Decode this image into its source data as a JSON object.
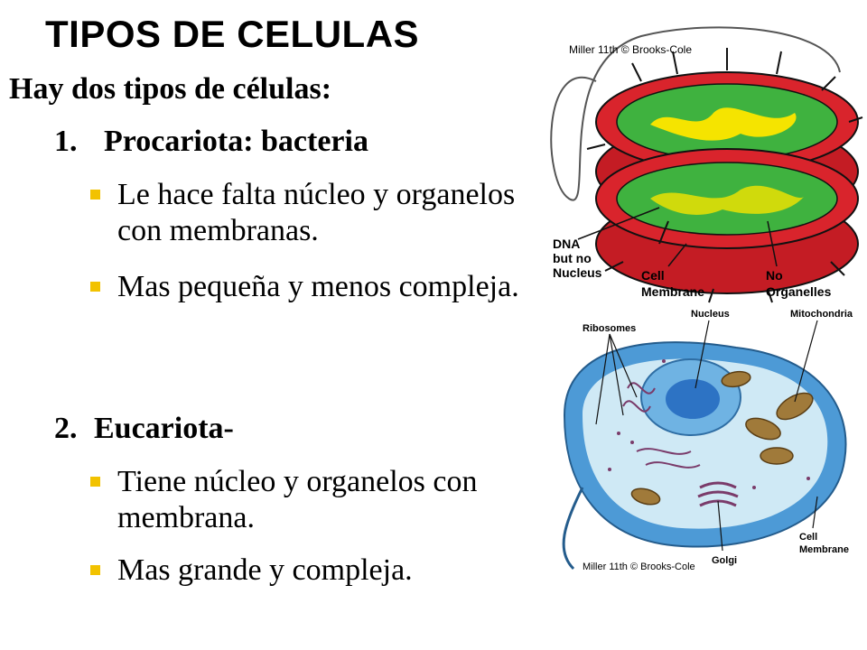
{
  "slide": {
    "title": "TIPOS DE CELULAS",
    "intro": "Hay dos tipos de células:",
    "sections": [
      {
        "number": "1.",
        "heading": "Procariota: bacteria",
        "bullets": [
          "Le hace falta  núcleo y organelos con membranas.",
          "Mas pequeña y menos compleja."
        ]
      },
      {
        "number": "2.",
        "heading": "Eucariota-",
        "bullets": [
          "Tiene núcleo y organelos con membrana.",
          "Mas grande y compleja."
        ]
      }
    ]
  },
  "prokaryote_figure": {
    "credit": "Miller 11th © Brooks-Cole",
    "labels": {
      "dna": [
        "DNA",
        "but no",
        "Nucleus"
      ],
      "cell_membrane": [
        "Cell",
        "Membrane"
      ],
      "no_organelles": [
        "No",
        "Organelles"
      ]
    }
  },
  "eukaryote_figure": {
    "credit": "Miller 11th © Brooks-Cole",
    "labels": {
      "ribosomes": "Ribosomes",
      "nucleus": "Nucleus",
      "mitochondria": "Mitochondria",
      "golgi": "Golgi",
      "cell_membrane": [
        "Cell",
        "Membrane"
      ]
    }
  },
  "colors": {
    "bullet": "#f2c200",
    "bacteria_outer": "#d9242c",
    "bacteria_inner": "#3fb23f",
    "dna": "#f5e400",
    "cell_membrane": "#4d9ad6",
    "cytoplasm": "#cfe9f5",
    "mitochondria": "#a07a3a"
  }
}
